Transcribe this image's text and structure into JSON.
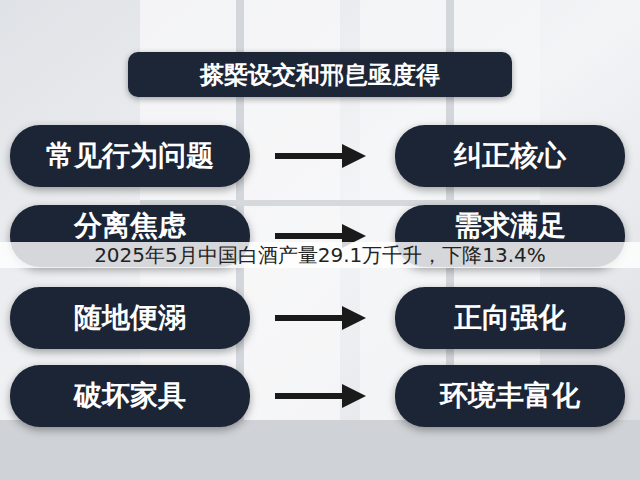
{
  "diagram": {
    "title": "搽槩设交和邢皀亟度得",
    "nodes": [
      {
        "text": [
          "常见行为问题"
        ]
      },
      {
        "text": [
          "纠正核心"
        ]
      },
      {
        "text": [
          "分离焦虑"
        ]
      },
      {
        "text": [
          "需求满足"
        ]
      },
      {
        "text": [
          "随地便溺"
        ]
      },
      {
        "text": [
          "正向强化"
        ]
      },
      {
        "text": [
          "破坏家具"
        ]
      },
      {
        "text": [
          "环境丰富化"
        ]
      }
    ],
    "edges": [
      {
        "from": 0,
        "to": 1,
        "arrow": "to"
      },
      {
        "from": 2,
        "to": 3,
        "arrow": "to"
      },
      {
        "from": 4,
        "to": 5,
        "arrow": "to"
      },
      {
        "from": 6,
        "to": 7,
        "arrow": "to"
      }
    ],
    "labels": [
      "2025年5月中国白酒产量29.1万千升，下降13.4%"
    ]
  }
}
